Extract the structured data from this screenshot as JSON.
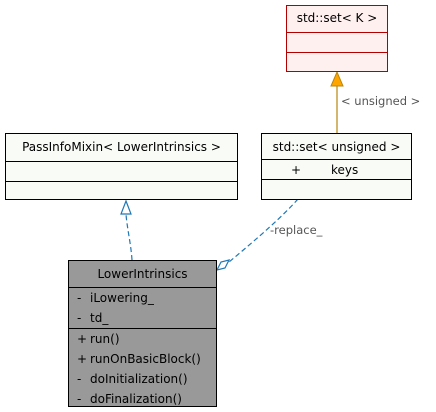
{
  "set_k": {
    "title": "std::set< K >"
  },
  "passinfo": {
    "title": "PassInfoMixin< LowerIntrinsics >"
  },
  "set_unsigned": {
    "title": "std::set< unsigned >",
    "members": [
      {
        "visibility": "+",
        "name": "keys"
      }
    ]
  },
  "lower": {
    "title": "LowerIntrinsics",
    "attributes": [
      {
        "visibility": "-",
        "name": "iLowering_"
      },
      {
        "visibility": "-",
        "name": "td_"
      }
    ],
    "operations": [
      {
        "visibility": "+",
        "name": "run()"
      },
      {
        "visibility": "+",
        "name": "runOnBasicBlock()"
      },
      {
        "visibility": "-",
        "name": "doInitialization()"
      },
      {
        "visibility": "-",
        "name": "doFinalization()"
      }
    ]
  },
  "edges": {
    "template_label": "< unsigned >",
    "replace_label": "-replace_"
  },
  "colors": {
    "template_arrow": "#ffa500",
    "template_line": "#b8860b",
    "inherit_line": "#1f77b4",
    "usage_line": "#1f77b4",
    "template_box_border": "#b20000",
    "template_box_fill": "#fff0f0",
    "class_fill": "#f9fbf6",
    "focus_class_fill": "#999999"
  }
}
